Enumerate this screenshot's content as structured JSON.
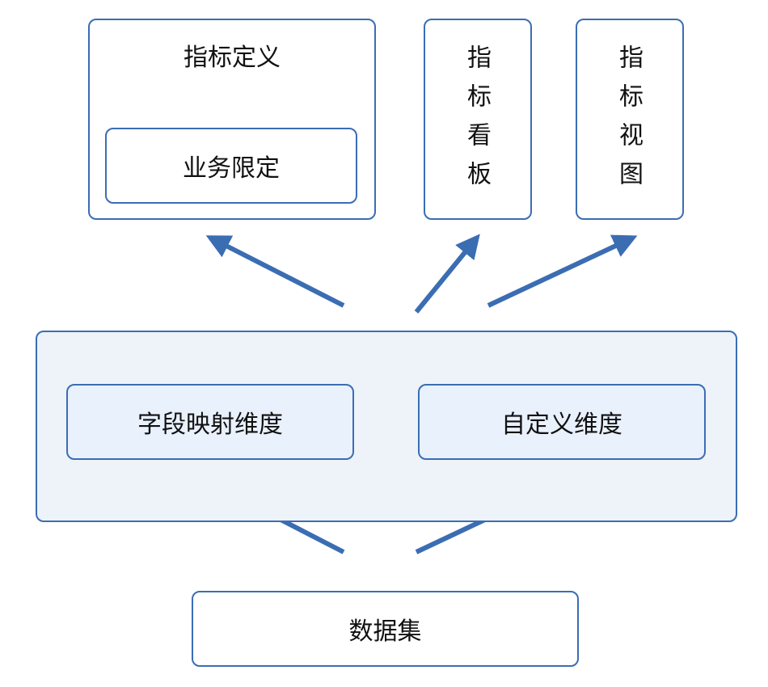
{
  "colors": {
    "stroke": "#3b6db3",
    "arrow": "#3b6db3",
    "panel_fill": "#eef3f9",
    "inner_fill": "#e9f1fd"
  },
  "top": {
    "indicator_definition": {
      "label": "指标定义",
      "child_label": "业务限定"
    },
    "indicator_board": {
      "label": "指标看板"
    },
    "indicator_view": {
      "label": "指标视图"
    }
  },
  "middle": {
    "field_mapping_dimension": {
      "label": "字段映射维度"
    },
    "custom_dimension": {
      "label": "自定义维度"
    }
  },
  "bottom": {
    "dataset": {
      "label": "数据集"
    }
  }
}
